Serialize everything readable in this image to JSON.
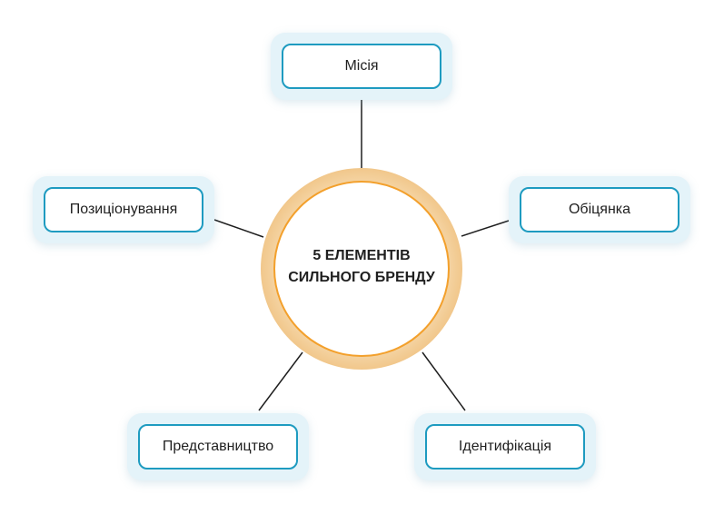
{
  "center": {
    "line1": "5 ЕЛЕМЕНТІВ",
    "line2": "СИЛЬНОГО БРЕНДУ"
  },
  "nodes": [
    {
      "id": "misiia",
      "label": "Місія"
    },
    {
      "id": "obitsianka",
      "label": "Обіцянка"
    },
    {
      "id": "identyfikatsiia",
      "label": "Ідентифікація"
    },
    {
      "id": "predstavnytstvo",
      "label": "Представництво"
    },
    {
      "id": "pozytsionuvannia",
      "label": "Позиціонування"
    }
  ],
  "colors": {
    "node_border": "#1e9bc0",
    "node_halo": "#e4f3f9",
    "center_ring": "#f5d7a8",
    "center_border": "#f3a02c",
    "connector": "#1f1f1f"
  }
}
